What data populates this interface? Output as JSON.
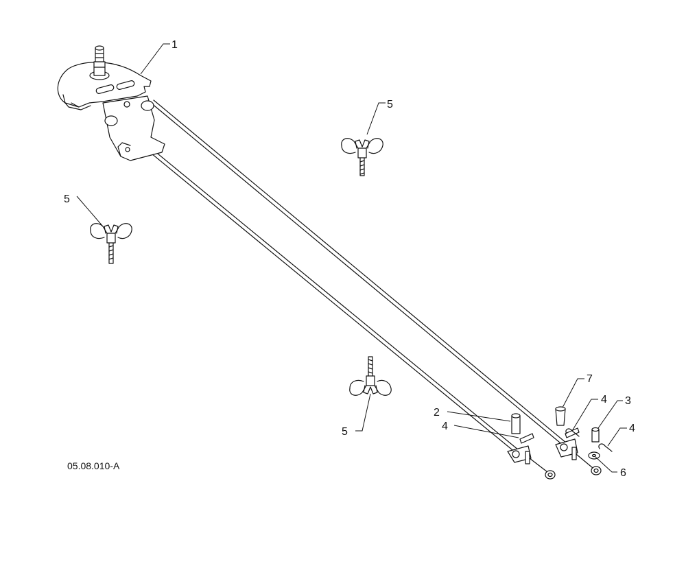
{
  "diagram": {
    "drawing_code": "05.08.010-A",
    "callouts": {
      "c1": "1",
      "c2": "2",
      "c3": "3",
      "c4a": "4",
      "c4b": "4",
      "c4c": "4",
      "c5a": "5",
      "c5b": "5",
      "c5c": "5",
      "c6": "6",
      "c7": "7"
    }
  }
}
